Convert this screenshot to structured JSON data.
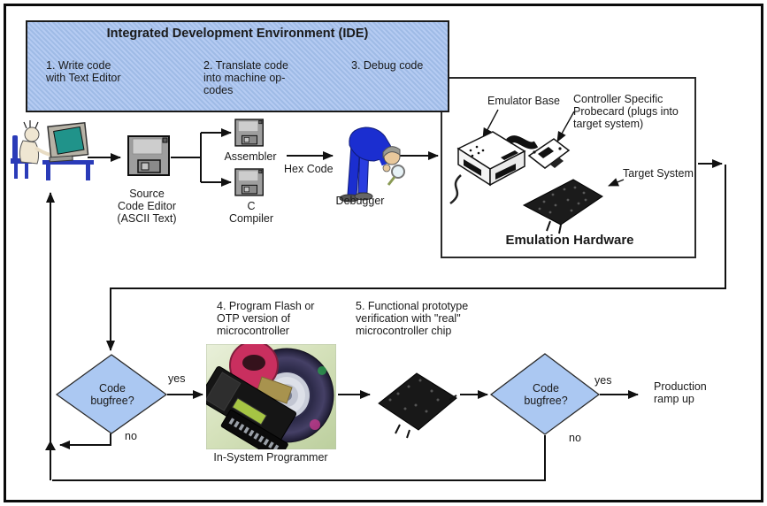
{
  "ide_box": {
    "title": "Integrated Development Environment (IDE)",
    "step1": "1. Write code\nwith Text Editor",
    "step2": "2. Translate code\ninto machine op-\ncodes",
    "step3": "3. Debug code",
    "fill_color": "#a9c4ec"
  },
  "toolchain": {
    "source_editor": "Source\nCode Editor\n(ASCII Text)",
    "assembler": "Assembler",
    "c_compiler": "C\nCompiler",
    "hex_code": "Hex Code",
    "debugger": "Debugger"
  },
  "emulation_box": {
    "title": "Emulation Hardware",
    "emulator_base": "Emulator Base",
    "probecard": "Controller Specific\nProbecard (plugs into\ntarget system)",
    "target_system": "Target System"
  },
  "bottom_flow": {
    "step4": "4. Program Flash or\nOTP version of\nmicrocontroller",
    "step5": "5. Functional prototype\nverification with \"real\"\nmicrocontroller chip",
    "isp_caption": "In-System Programmer",
    "decision1": {
      "text": "Code\nbugfree?",
      "yes": "yes",
      "no": "no"
    },
    "decision2": {
      "text": "Code\nbugfree?",
      "yes": "yes",
      "no": "no"
    },
    "production": "Production\nramp up",
    "diamond_color": "#abc8f2",
    "line_color": "#111111"
  }
}
